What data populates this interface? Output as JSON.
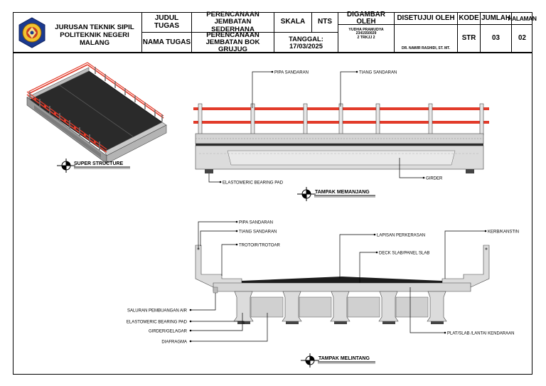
{
  "title_block": {
    "institution_line1": "JURUSAN TEKNIK SIPIL",
    "institution_line2": "POLITEKNIK NEGERI MALANG",
    "judul_tugas_label": "JUDUL TUGAS",
    "judul_tugas_line1": "PERENCANAAN",
    "judul_tugas_line2": "JEMBATAN SEDERHANA",
    "nama_tugas_label": "NAMA TUGAS",
    "nama_tugas_line1": "PERENCANAAN",
    "nama_tugas_line2": "JEMBATAN BOK GRUJUG",
    "skala_label": "SKALA",
    "skala_value": "NTS",
    "tanggal": "TANGGAL: 17/03/2025",
    "digambar_label": "DIGAMBAR OLEH",
    "digambar_name": "YUDHA PRAMUDYA",
    "digambar_nim": "2341550029",
    "digambar_class": "2 TRKJJ 2",
    "disetujui_label": "DISETUJUI OLEH",
    "disetujui_name": "DR. NAWIR RASHIDI, ST. MT.",
    "kode_label": "KODE",
    "kode_value": "STR",
    "jumlah_label": "JUMLAH",
    "jumlah_value": "03",
    "halaman_label": "HALAMAN",
    "halaman_value": "02"
  },
  "views": {
    "super_structure": "SUPER STRUCTURE",
    "tampak_memanjang": "TAMPAK MEMANJANG",
    "tampak_melintang": "TAMPAK MELINTANG"
  },
  "labels_long": {
    "pipa_sandaran": "PIPA SANDARAN",
    "tiang_sandaran": "TIANG SANDARAN",
    "elastomeric": "ELASTOMERIC BEARING PAD",
    "girder": "GIRDER"
  },
  "labels_cross": {
    "pipa_sandaran": "PIPA SANDARAN",
    "tiang_sandaran": "TIANG SANDARAN",
    "trotoir": "TROTOIR/TROTOAR",
    "lapisan": "LAPISAN PERKERASAN",
    "kerb": "KERB/KANSTIN",
    "deck": "DECK SLAB/PANEL SLAB",
    "saluran": "SALURAN PEMBUANGAN AIR",
    "elastomeric": "ELASTOMERIC BEARING PAD",
    "girder": "GIRDER/GELAGAR",
    "diafragma": "DIAFRAGMA",
    "plat": "PLAT/SLAB /LANTAI KENDARAAN"
  },
  "colors": {
    "railing": "#e23b2a",
    "concrete": "#d6d6d6",
    "asphalt": "#1c1c1c",
    "line": "#000000"
  }
}
